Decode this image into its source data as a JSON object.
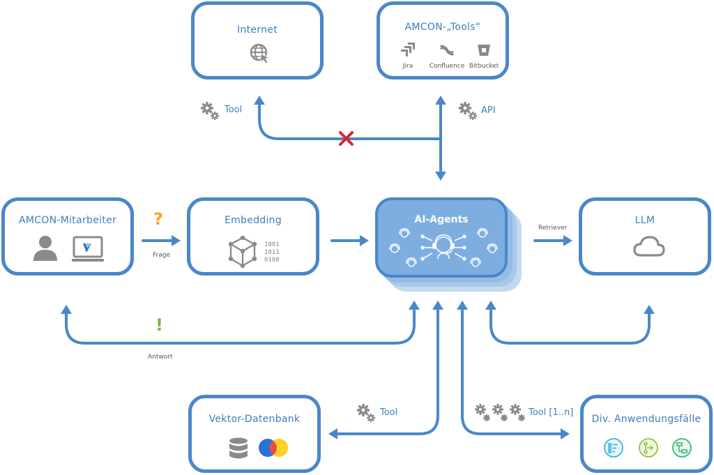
{
  "nodes": {
    "internet": {
      "title": "Internet",
      "icon": "globe-cursor-icon"
    },
    "tools": {
      "title": "AMCON-„Tools“",
      "items": [
        {
          "label": "Jira",
          "icon": "jira-icon"
        },
        {
          "label": "Confluence",
          "icon": "confluence-icon"
        },
        {
          "label": "Bitbucket",
          "icon": "bitbucket-icon"
        }
      ]
    },
    "employee": {
      "title": "AMCON-Mitarbeiter"
    },
    "embedding": {
      "title": "Embedding",
      "binary": [
        "1001",
        "1011",
        "0100"
      ]
    },
    "agents": {
      "title": "AI-Agents"
    },
    "llm": {
      "title": "LLM"
    },
    "vector_db": {
      "title": "Vektor-Datenbank"
    },
    "use_cases": {
      "title": "Div. Anwendungsfälle"
    }
  },
  "edges": {
    "tool_internet": "Tool",
    "api": "API",
    "frage": "Frage",
    "retriever": "Retriever",
    "antwort": "Antwort",
    "tool_db": "Tool",
    "tool_n": "Tool [1..n]"
  },
  "marks": {
    "question": "?",
    "exclamation": "!"
  },
  "colors": {
    "border": "#4a87c9",
    "arrow": "#4a87c9",
    "agents_fill": "#7eaee0",
    "blocked": "#d9232e",
    "question": "#f5a623",
    "exclamation": "#7ab648",
    "icon_gray": "#8a8a8a"
  }
}
